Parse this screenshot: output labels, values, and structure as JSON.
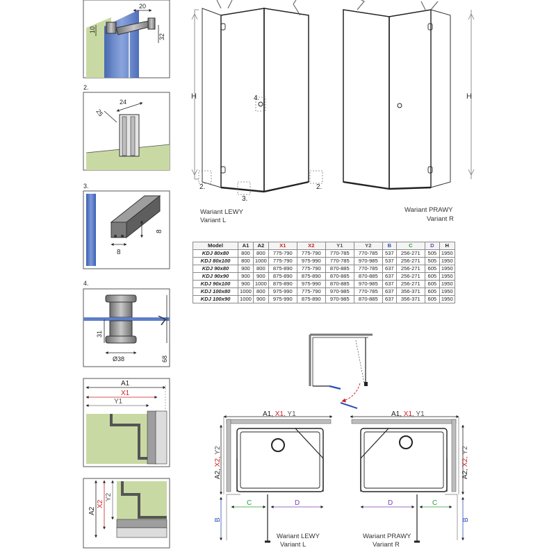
{
  "detail_labels": {
    "d2": "2.",
    "d3": "3.",
    "d4": "4."
  },
  "detail_dims": {
    "d1_a": "20",
    "d1_b": "10",
    "d1_c": "32",
    "d2_a": "24",
    "d2_b": "25",
    "d3_a": "8",
    "d3_b": "8",
    "d4_a": "31",
    "d4_b": "Ø38",
    "d4_c": "68"
  },
  "section_dims": {
    "s5": {
      "a1": "A1",
      "x1": "X1",
      "y1": "Y1"
    },
    "s6": {
      "a2": "A2",
      "x2": "X2",
      "y2": "Y2"
    }
  },
  "elevation": {
    "left_callouts": {
      "c4": "4.",
      "c2a": "2.",
      "c2b": "2.",
      "c3": "3."
    },
    "h_left": "H",
    "h_right": "H",
    "left_caption_1": "Wariant LEWY",
    "left_caption_2": "Variant L",
    "right_caption_1": "Wariant PRAWY",
    "right_caption_2": "Variant R"
  },
  "table": {
    "headers": [
      "Model",
      "A1",
      "A2",
      "X1",
      "X2",
      "Y1",
      "Y2",
      "B",
      "C",
      "D",
      "H"
    ],
    "header_colors": [
      "#222222",
      "#222222",
      "#222222",
      "#cc1f1f",
      "#cc1f1f",
      "#555555",
      "#555555",
      "#2a4fb5",
      "#2e9b3a",
      "#7a3fb0",
      "#222222"
    ],
    "rows": [
      [
        "KDJ 80x80",
        "800",
        "800",
        "775-790",
        "775-790",
        "770-785",
        "770-785",
        "537",
        "256-271",
        "505",
        "1950"
      ],
      [
        "KDJ 80x100",
        "800",
        "1000",
        "775-790",
        "975-990",
        "770-785",
        "970-985",
        "537",
        "256-271",
        "505",
        "1950"
      ],
      [
        "KDJ 90x80",
        "900",
        "800",
        "875-890",
        "775-790",
        "870-885",
        "770-785",
        "637",
        "256-271",
        "605",
        "1950"
      ],
      [
        "KDJ 90x90",
        "900",
        "900",
        "875-890",
        "875-890",
        "870-885",
        "870-885",
        "637",
        "256-271",
        "605",
        "1950"
      ],
      [
        "KDJ 90x100",
        "900",
        "1000",
        "875-890",
        "975-990",
        "870-885",
        "970-985",
        "637",
        "256-271",
        "605",
        "1950"
      ],
      [
        "KDJ 100x80",
        "1000",
        "800",
        "975-990",
        "775-790",
        "970-985",
        "770-785",
        "637",
        "356-371",
        "605",
        "1950"
      ],
      [
        "KDJ 100x90",
        "1000",
        "900",
        "975-990",
        "875-890",
        "970-985",
        "870-885",
        "637",
        "356-371",
        "605",
        "1950"
      ]
    ]
  },
  "plan_left": {
    "a1": "A1, ",
    "x1": "X1, ",
    "y1": "Y1",
    "a2": "A2, ",
    "x2": "X2, ",
    "y2": "Y2",
    "b": "B",
    "c": "C",
    "d": "D",
    "caption_1": "Wariant LEWY",
    "caption_2": "Variant L"
  },
  "plan_right": {
    "a1": "A1, ",
    "x1": "X1, ",
    "y1": "Y1",
    "a2": "A2, ",
    "x2": "X2, ",
    "y2": "Y2",
    "b": "B",
    "c": "C",
    "d": "D",
    "caption_1": "Wariant PRAWY",
    "caption_2": "Variant R"
  },
  "colors": {
    "red": "#cc1f1f",
    "blue": "#2a4fb5",
    "green": "#2e9b3a",
    "purple": "#7a3fb0",
    "glass": "#5e7ec8",
    "wall": "#c9d9a3",
    "line": "#222222"
  }
}
